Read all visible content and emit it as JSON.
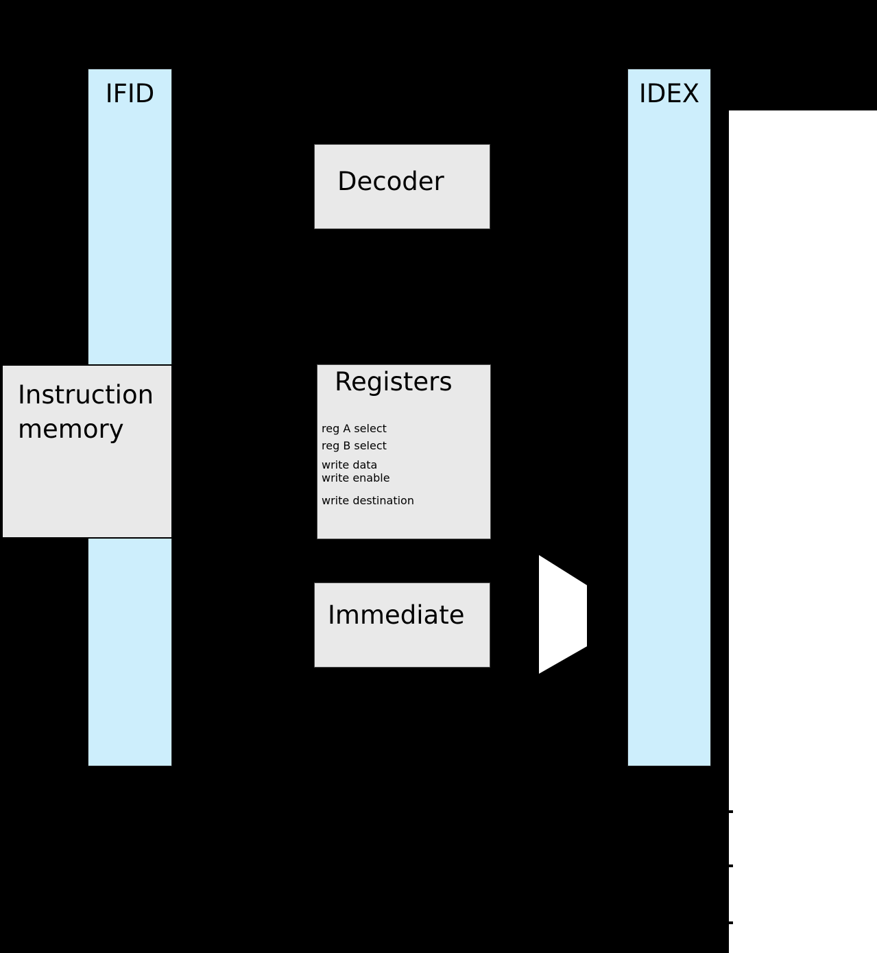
{
  "colors": {
    "background": "#000000",
    "pipeline_register_fill": "#cdeefc",
    "pipeline_register_border": "#1f1f1f",
    "block_fill": "#e9e9e9",
    "block_border": "#4a4a4a",
    "instruction_memory_border": "#000000",
    "mux_fill": "#ffffff",
    "next_stage_fill": "#ffffff",
    "wire": "#000000",
    "text": "#000000"
  },
  "pipeline_registers": [
    {
      "label": "IFID"
    },
    {
      "label": "IDEX"
    }
  ],
  "blocks": {
    "instruction_memory": {
      "line1": "Instruction",
      "line2": "memory"
    },
    "decoder": {
      "label": "Decoder"
    },
    "registers": {
      "title": "Registers",
      "ports": [
        "reg A select",
        "reg B select",
        "write data",
        "write enable",
        "write destination"
      ]
    },
    "immediate": {
      "label": "Immediate"
    }
  }
}
